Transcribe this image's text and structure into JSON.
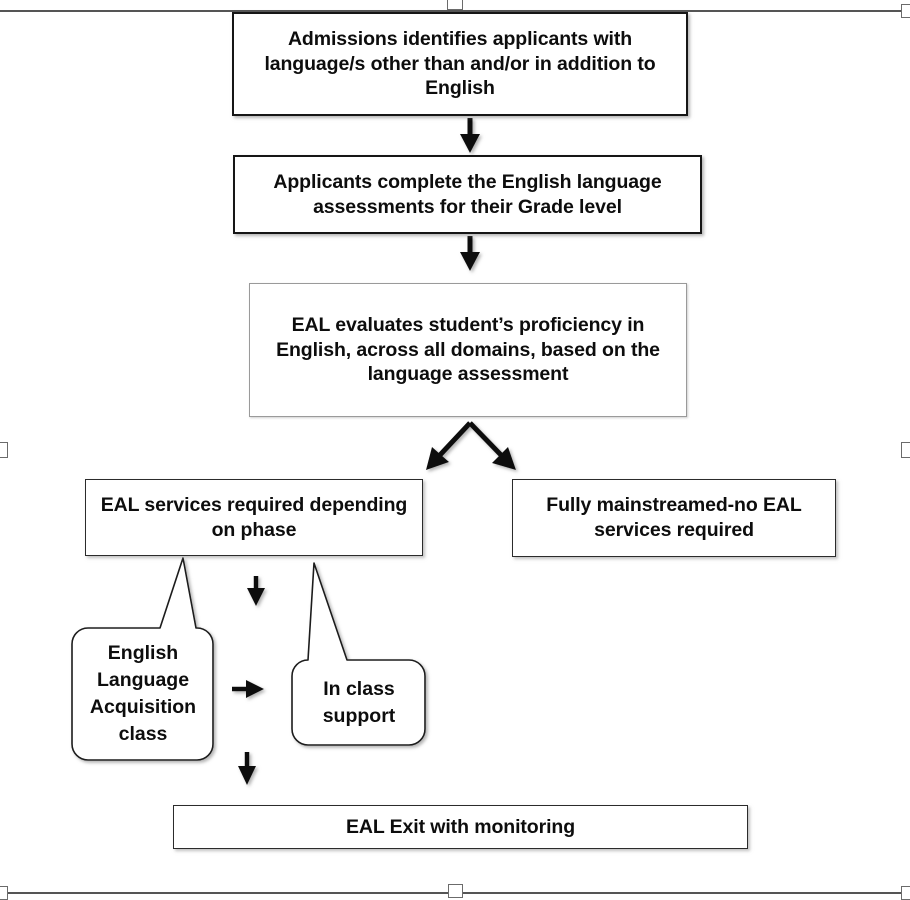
{
  "document": {
    "type": "flowchart",
    "title": "EAL identification and services flow"
  },
  "nodes": {
    "admissions": {
      "label": "Admissions identifies applicants with language/s other than and/or in addition to English",
      "shape": "rectangle"
    },
    "assessments": {
      "label": "Applicants complete the English language assessments for their Grade level",
      "shape": "rectangle"
    },
    "evaluates": {
      "label": "EAL evaluates student’s proficiency in English, across all domains, based on the language assessment",
      "shape": "rectangle"
    },
    "services_required": {
      "label": "EAL services required depending on phase",
      "shape": "rectangle"
    },
    "mainstreamed": {
      "label": "Fully mainstreamed-no EAL services required",
      "shape": "rectangle"
    },
    "ela_class": {
      "label": "English Language Acquisition class",
      "shape": "rounded-callout"
    },
    "in_class_support": {
      "label": "In class support",
      "shape": "rounded-callout"
    },
    "exit": {
      "label": "EAL Exit with monitoring",
      "shape": "rectangle"
    }
  },
  "connectors": [
    {
      "name": "admissions-to-assessments",
      "type": "arrow-down"
    },
    {
      "name": "assessments-to-evaluates",
      "type": "arrow-down"
    },
    {
      "name": "evaluates-to-services",
      "type": "arrow-diagonal-left"
    },
    {
      "name": "evaluates-to-mainstreamed",
      "type": "arrow-diagonal-right"
    },
    {
      "name": "services-to-ela-class",
      "type": "callout-tail"
    },
    {
      "name": "services-to-in-class-support",
      "type": "callout-tail"
    },
    {
      "name": "services-down",
      "type": "arrow-down"
    },
    {
      "name": "ela-to-in-class-support",
      "type": "arrow-right"
    },
    {
      "name": "services-to-exit",
      "type": "arrow-down"
    }
  ],
  "colors": {
    "stroke_dark": "#161616",
    "stroke_light": "#9a9a9a",
    "text": "#0d0d0d",
    "background": "#ffffff",
    "page_edge": "#555555"
  }
}
